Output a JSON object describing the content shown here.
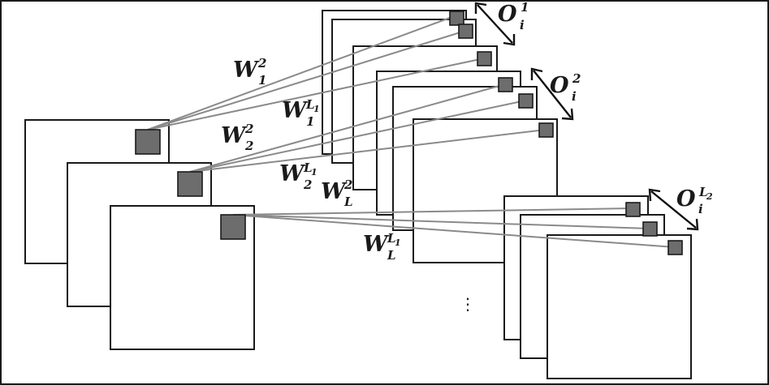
{
  "colors": {
    "line": "#1a1a1a",
    "connection": "#8a8a8a",
    "unit": "#6d6d6d",
    "background": "#ffffff"
  },
  "labels": {
    "o1": {
      "main": "O",
      "sup": "1",
      "sub": "i"
    },
    "o2": {
      "main": "O",
      "sup": "2",
      "sub": "i"
    },
    "oL2": {
      "main": "O",
      "sup": "L",
      "sup2": "2",
      "sub": "i"
    },
    "w12": {
      "main": "W",
      "sup": "2",
      "sub": "1"
    },
    "w1L1": {
      "main": "W",
      "sup": "L",
      "sup2": "1",
      "sub": "1"
    },
    "w22": {
      "main": "W",
      "sup": "2",
      "sub": "2"
    },
    "w2L1": {
      "main": "W",
      "sup": "L",
      "sup2": "1",
      "sub": "2"
    },
    "wL2": {
      "main": "W",
      "sup": "2",
      "sub": "L"
    },
    "wLL1": {
      "main": "W",
      "sup": "L",
      "sup2": "1",
      "sub": "L"
    }
  },
  "ellipsis": "⋮"
}
